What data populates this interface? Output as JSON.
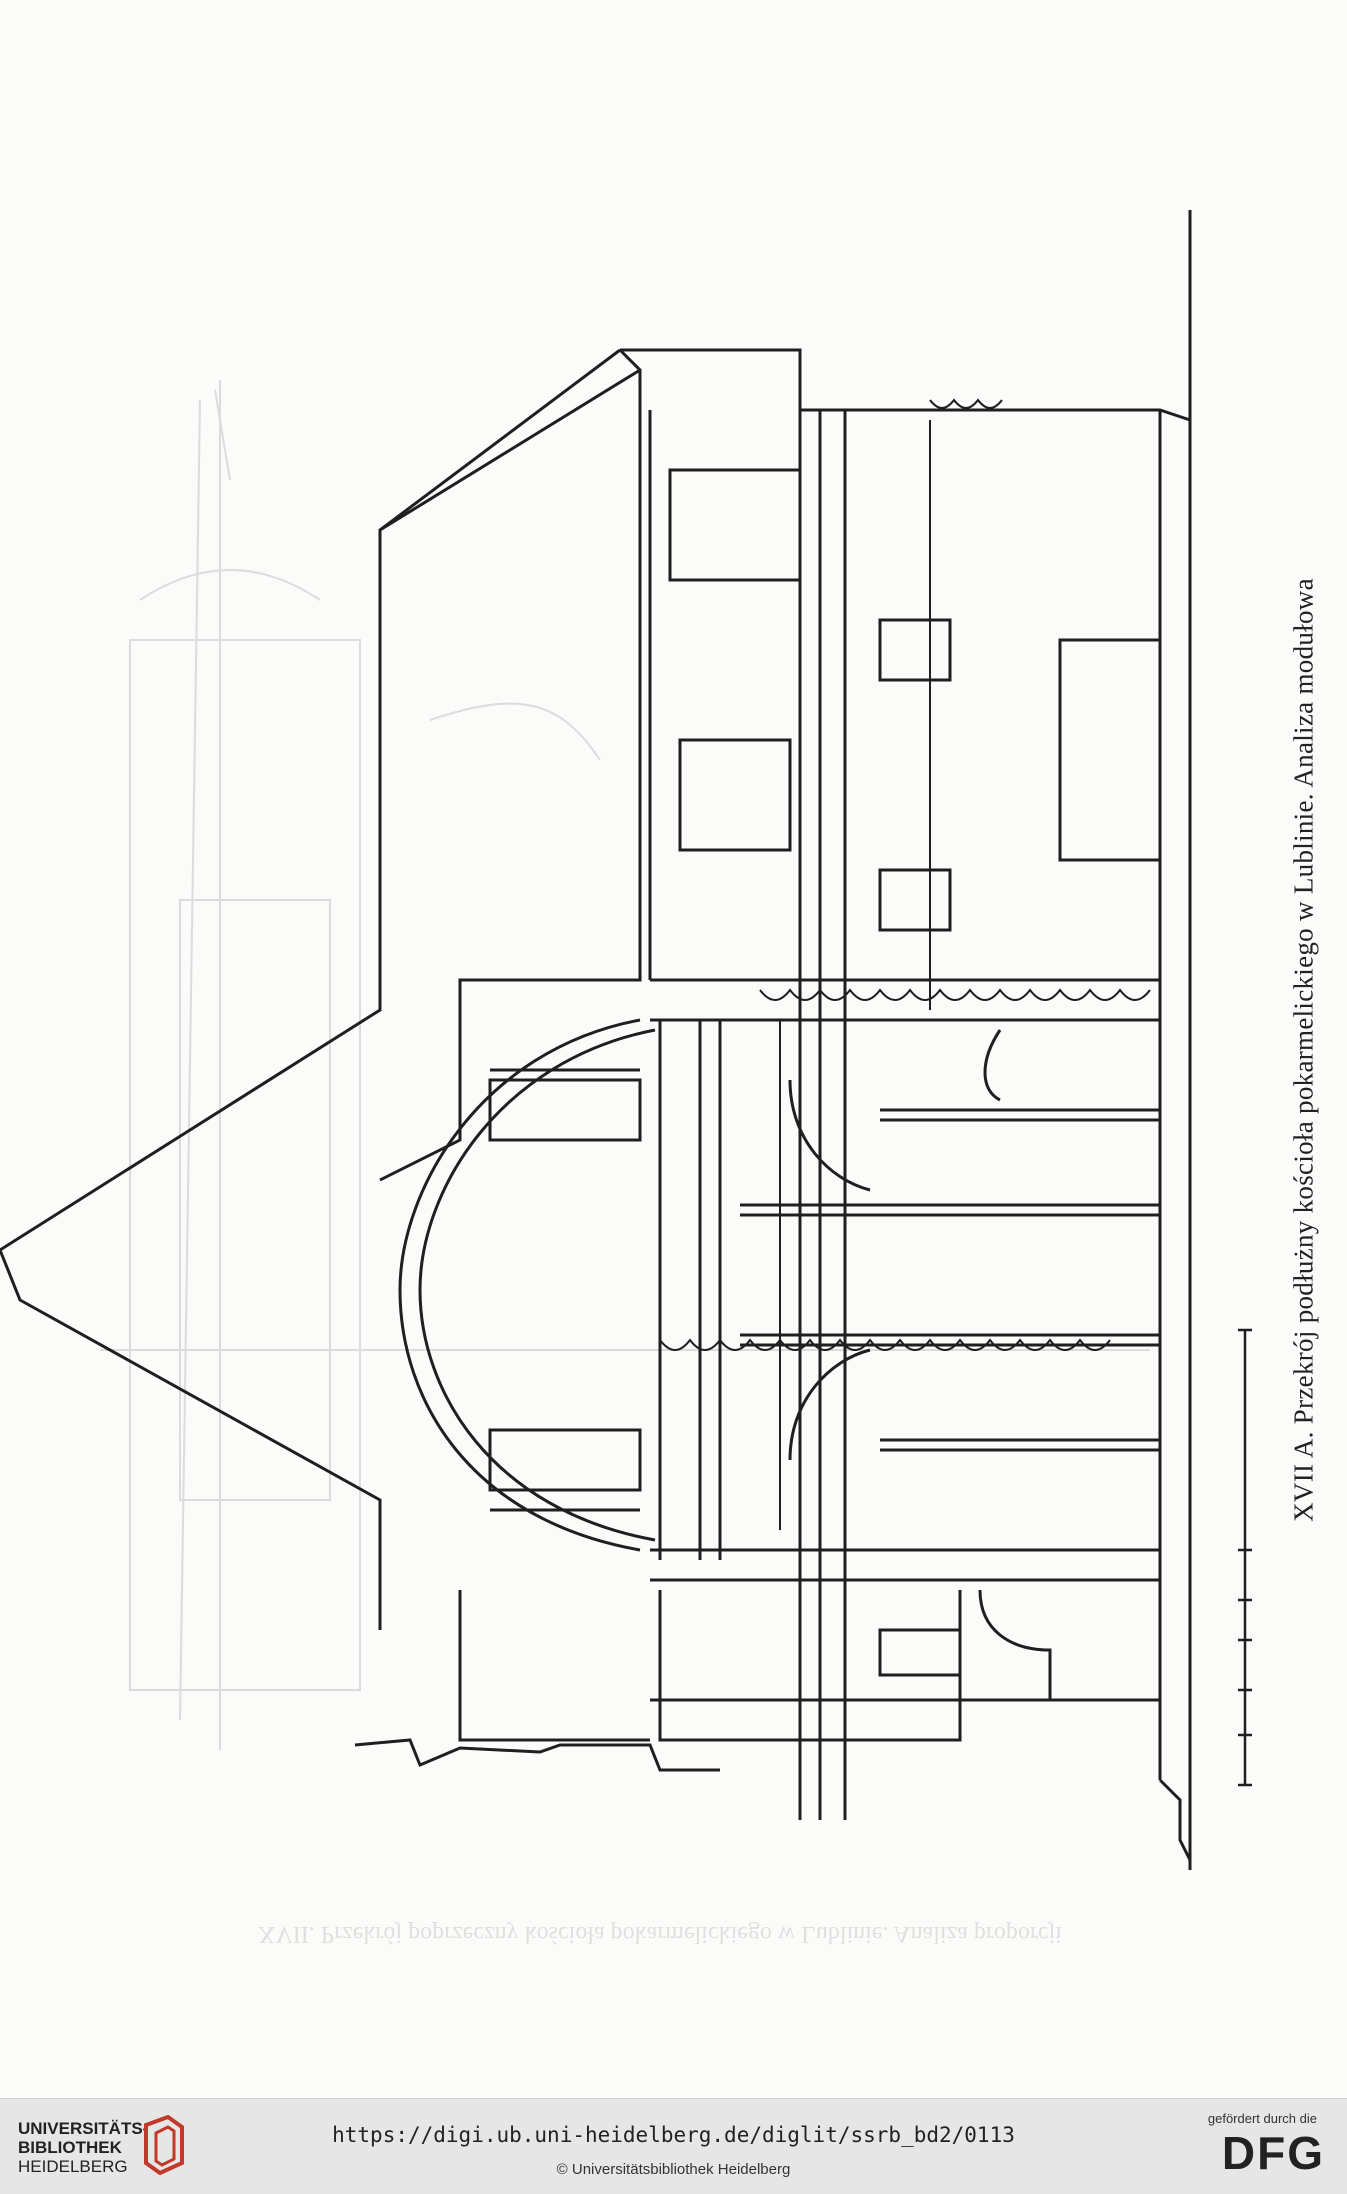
{
  "caption": "XVII A. Przekrój podłużny kościoła pokarmelickiego w Lublinie. Analiza modułowa",
  "mirror_text": "XVII. Przekrój poprzeczny kościoła pokarmelickiego w Lublinie. Analiza proporcji",
  "footer": {
    "library_line1": "UNIVERSITÄTS-",
    "library_line2": "BIBLIOTHEK",
    "library_line3": "HEIDELBERG",
    "url": "https://digi.ub.uni-heidelberg.de/diglit/ssrb_bd2/0113",
    "copyright": "© Universitätsbibliothek Heidelberg",
    "dfg_label": "gefördert durch die",
    "dfg_logo": "DFG"
  },
  "colors": {
    "ink": "#1f1f1f",
    "ghost": "#d6d6d6",
    "paper": "#fbfbf9",
    "footer": "#e6e6e6",
    "logo_red": "#c0392b"
  },
  "icons": [
    "ub-heidelberg-logo",
    "dfg-logo"
  ]
}
